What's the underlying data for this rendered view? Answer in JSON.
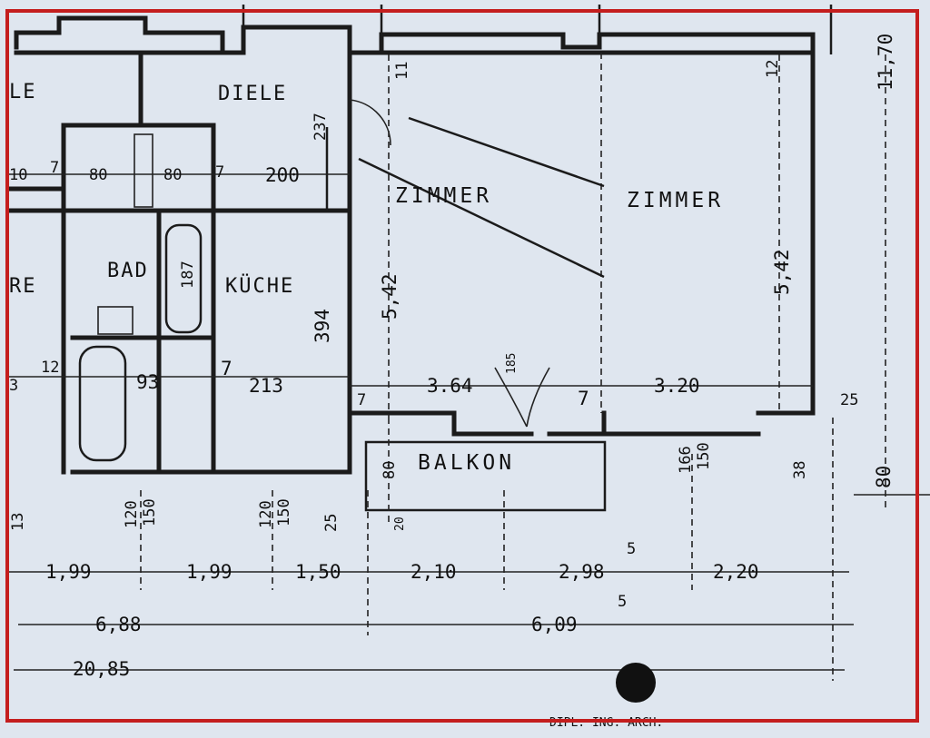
{
  "rooms": {
    "diele_left": "LE",
    "diele": "DIELE",
    "bad": "BAD",
    "kueche": "KÜCHE",
    "zimmer_left": "ZIMMER",
    "zimmer_right": "ZIMMER",
    "balkon": "BALKON",
    "room_left_edge": "RE"
  },
  "dimensions": {
    "d_11_top": "11",
    "d_12_top": "12",
    "d_237": "237",
    "d_200": "200",
    "d_80a": "80",
    "d_80b": "80",
    "d_7a": "7",
    "d_7b": "7",
    "d_187": "187",
    "d_394": "394",
    "d_542_left": "5,42",
    "d_542_right": "5,42",
    "d_12_left": "12",
    "d_93": "93",
    "d_7c": "7",
    "d_213": "213",
    "d_364": "3.64",
    "d_7d": "7",
    "d_7e": "7",
    "d_320": "3.20",
    "d_25_right": "25",
    "d_38": "38",
    "d_80_right": "80",
    "d_1170": "11,70",
    "d_80_balkon": "80",
    "d_166": "166",
    "d_150_a": "150",
    "d_120_a": "120",
    "d_150_b": "150",
    "d_120_b": "120",
    "d_150_c": "150",
    "d_25_bottom": "25",
    "d_20": "20",
    "d_185": "185",
    "d_3_left": "3",
    "d_10_left": "10",
    "d_13_left": "13"
  },
  "dim_chain_1": [
    "1,99",
    "1,99",
    "1,50",
    "2,10",
    "2,98",
    "2,20"
  ],
  "dim_chain_1_super": "5",
  "dim_chain_2": [
    "6,88",
    "6,09"
  ],
  "dim_chain_2_super": "5",
  "dim_total": "20,85",
  "stamp_text": "DIPL. ING. ARCH."
}
